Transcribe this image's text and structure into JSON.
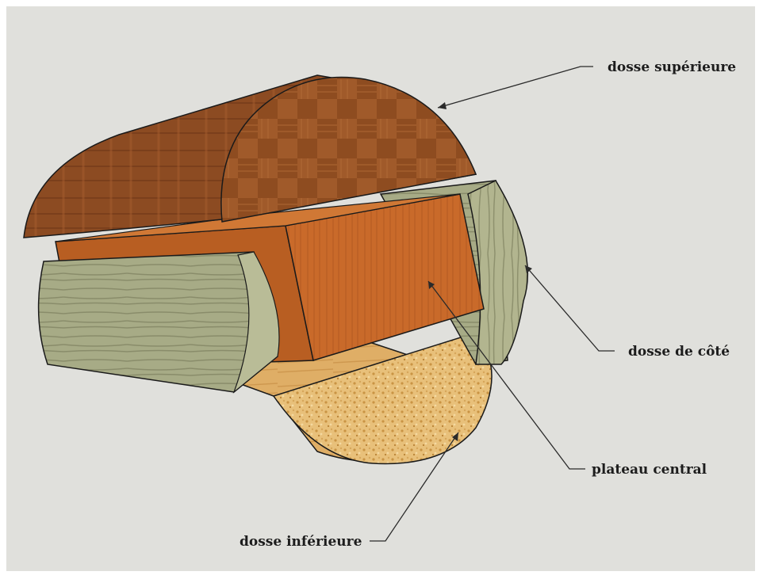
{
  "labels": {
    "top": "dosse supérieure",
    "side": "dosse de côté",
    "center": "plateau central",
    "bottom": "dosse inférieure"
  },
  "colors": {
    "background": "#e0e0dc",
    "top_slab": "#8a4a22",
    "side_slab": "#a9ad88",
    "center_board": "#c96a2a",
    "bottom_slab": "#e0b26a",
    "outline": "#1a1a1a"
  }
}
